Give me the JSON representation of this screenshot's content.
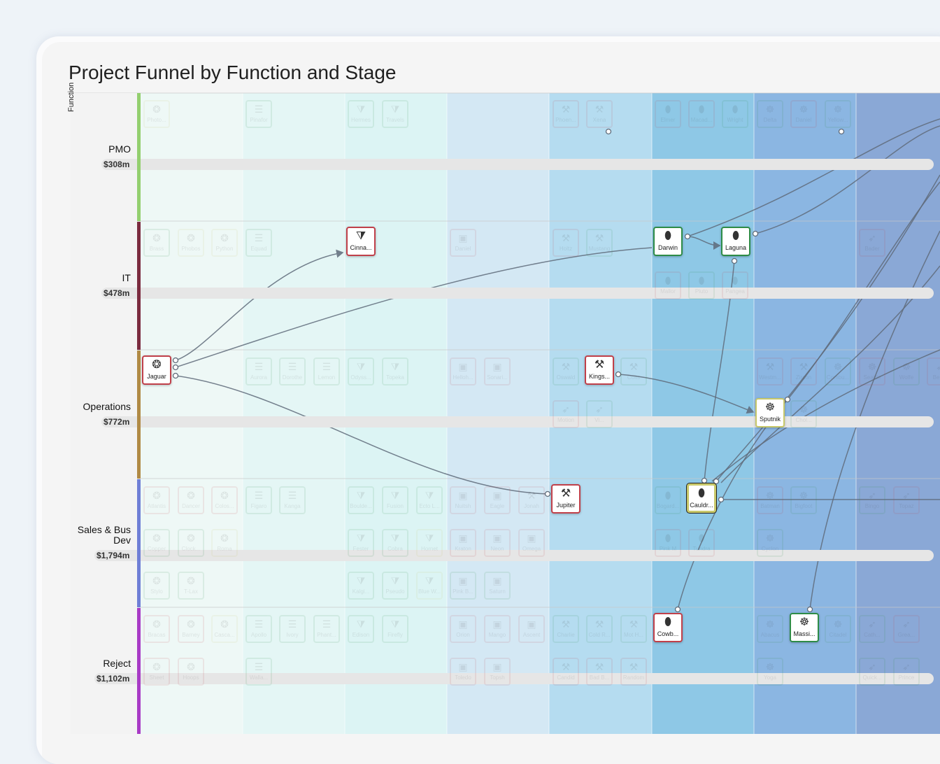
{
  "title": "Project Funnel by Function and Stage",
  "axis_title": "Function",
  "lanes": [
    {
      "label": "PMO",
      "value": "$308m",
      "color": "#93cf6f"
    },
    {
      "label": "IT",
      "value": "$478m",
      "color": "#7b2b3f"
    },
    {
      "label": "Operations",
      "value": "$772m",
      "color": "#b08a45"
    },
    {
      "label": "Sales & Bus Dev",
      "value": "$1,794m",
      "color": "#6f7fd6"
    },
    {
      "label": "Reject",
      "value": "$1,102m",
      "color": "#a83bc6"
    }
  ],
  "stage_colors": [
    "#f7f7f7",
    "#eef8f6",
    "#e4f6f5",
    "#dcf4f4",
    "#d4e8f4",
    "#b5dcf0",
    "#8ec8e6",
    "#8bb6e2",
    "#8aa8d6",
    "#899fc8"
  ],
  "icons": {
    "bulb": "bulb-icon",
    "funnel": "funnel-icon",
    "hammer": "hammer-icon",
    "tube": "test-tube-icon",
    "bug": "bug-icon",
    "list": "checklist-icon",
    "pc": "computer-icon",
    "rocket": "rocket-icon"
  },
  "status_colors": {
    "red": "#c0404a",
    "green": "#2e8c47",
    "yellow": "#c8c86a"
  },
  "nodes": [
    {
      "id": "jaguar",
      "label": "Jaguar",
      "icon": "bulb",
      "status": "red"
    },
    {
      "id": "cinna",
      "label": "Cinna...",
      "icon": "funnel",
      "status": "red"
    },
    {
      "id": "darwin",
      "label": "Darwin",
      "icon": "tube",
      "status": "green"
    },
    {
      "id": "laguna",
      "label": "Laguna",
      "icon": "tube",
      "status": "green"
    },
    {
      "id": "kings",
      "label": "Kings...",
      "icon": "hammer",
      "status": "red"
    },
    {
      "id": "sputnik",
      "label": "Sputnik",
      "icon": "bug",
      "status": "yellow"
    },
    {
      "id": "jupiter",
      "label": "Jupiter",
      "icon": "hammer",
      "status": "red"
    },
    {
      "id": "cauldr",
      "label": "Cauldr...",
      "icon": "tube",
      "status": "yellow"
    },
    {
      "id": "cowb",
      "label": "Cowb...",
      "icon": "tube",
      "status": "red"
    },
    {
      "id": "massi",
      "label": "Massi...",
      "icon": "bug",
      "status": "green"
    }
  ],
  "ghosts": [
    [
      "Photo...",
      "bulb",
      "yellow"
    ],
    [
      "Pinafor",
      "list",
      "green"
    ],
    [
      "Hermes",
      "funnel",
      "green"
    ],
    [
      "Travels",
      "funnel",
      "green"
    ],
    [
      "Phoen...",
      "hammer",
      "red"
    ],
    [
      "Xena",
      "hammer",
      "red"
    ],
    [
      "Elmer",
      "tube",
      "red"
    ],
    [
      "Macad...",
      "tube",
      "red"
    ],
    [
      "Wright",
      "tube",
      "green"
    ],
    [
      "Delta",
      "bug",
      "green"
    ],
    [
      "Daniel",
      "bug",
      "red"
    ],
    [
      "Yellow...",
      "bug",
      "green"
    ],
    [
      "Brass",
      "bulb",
      "green"
    ],
    [
      "Phobos",
      "bulb",
      "yellow"
    ],
    [
      "Python",
      "bulb",
      "yellow"
    ],
    [
      "Equad",
      "list",
      "green"
    ],
    [
      "Daniel",
      "pc",
      "red"
    ],
    [
      "Holtz",
      "hammer",
      "red"
    ],
    [
      "Mustang",
      "hammer",
      "green"
    ],
    [
      "Lima",
      "tube",
      "green"
    ],
    [
      "Mallor",
      "tube",
      "red"
    ],
    [
      "Pluto",
      "tube",
      "green"
    ],
    [
      "Pangea",
      "tube",
      "red"
    ],
    [
      "Bader",
      "rocket",
      "red"
    ],
    [
      "Aurora",
      "list",
      "green"
    ],
    [
      "Dorothe",
      "list",
      "green"
    ],
    [
      "Lemon",
      "list",
      "green"
    ],
    [
      "Odyss...",
      "funnel",
      "green"
    ],
    [
      "Topeka",
      "funnel",
      "green"
    ],
    [
      "Helloh...",
      "pc",
      "red"
    ],
    [
      "Sonari...",
      "pc",
      "red"
    ],
    [
      "Oswald",
      "hammer",
      "green"
    ],
    [
      "Colts",
      "hammer",
      "green"
    ],
    [
      "Westm...",
      "hammer",
      "red"
    ],
    [
      "Zircon",
      "hammer",
      "red"
    ],
    [
      "Combu...",
      "bug",
      "green"
    ],
    [
      "Chol...",
      "bug",
      "green"
    ],
    [
      "Seattle",
      "bug",
      "red"
    ],
    [
      "Wolfe",
      "bug",
      "green"
    ],
    [
      "Berlin",
      "rocket",
      "red"
    ],
    [
      "Motion",
      "rocket",
      "red"
    ],
    [
      "Vi...",
      "rocket",
      "green"
    ],
    [
      "Atlantis",
      "bulb",
      "red"
    ],
    [
      "Dancer",
      "bulb",
      "red"
    ],
    [
      "Colos...",
      "bulb",
      "red"
    ],
    [
      "Figaro",
      "list",
      "green"
    ],
    [
      "Kanga",
      "list",
      "green"
    ],
    [
      "Boulde...",
      "funnel",
      "green"
    ],
    [
      "Fusion",
      "funnel",
      "green"
    ],
    [
      "Ecto L...",
      "funnel",
      "green"
    ],
    [
      "Nuitsh",
      "pc",
      "red"
    ],
    [
      "Eagle",
      "pc",
      "red"
    ],
    [
      "Jonah",
      "hammer",
      "red"
    ],
    [
      "Bogard...",
      "tube",
      "green"
    ],
    [
      "Batman",
      "bug",
      "red"
    ],
    [
      "Bigfoot",
      "bug",
      "green"
    ],
    [
      "Bingo",
      "rocket",
      "green"
    ],
    [
      "Topaz",
      "rocket",
      "red"
    ],
    [
      "Copper",
      "bulb",
      "green"
    ],
    [
      "Clock...",
      "bulb",
      "green"
    ],
    [
      "Roma",
      "bulb",
      "yellow"
    ],
    [
      "Fester",
      "funnel",
      "green"
    ],
    [
      "Cobra",
      "funnel",
      "green"
    ],
    [
      "Hornet",
      "funnel",
      "yellow"
    ],
    [
      "Kraton",
      "pc",
      "red"
    ],
    [
      "Neon",
      "pc",
      "red"
    ],
    [
      "Omega",
      "pc",
      "red"
    ],
    [
      "Pink M",
      "tube",
      "red"
    ],
    [
      "Tundra",
      "tube",
      "red"
    ],
    [
      "Cyclon",
      "bug",
      "green"
    ],
    [
      "Stylo",
      "bulb",
      "green"
    ],
    [
      "T-Lax",
      "bulb",
      "green"
    ],
    [
      "Kalgi...",
      "funnel",
      "green"
    ],
    [
      "Pseudo",
      "funnel",
      "green"
    ],
    [
      "Blue W...",
      "funnel",
      "yellow"
    ],
    [
      "Pink B...",
      "pc",
      "green"
    ],
    [
      "Saturn",
      "pc",
      "green"
    ],
    [
      "Bracas",
      "bulb",
      "red"
    ],
    [
      "Barney",
      "bulb",
      "red"
    ],
    [
      "Casca...",
      "bulb",
      "yellow"
    ],
    [
      "Apollo",
      "list",
      "green"
    ],
    [
      "Ivory",
      "list",
      "green"
    ],
    [
      "Phant...",
      "list",
      "green"
    ],
    [
      "Edison",
      "funnel",
      "green"
    ],
    [
      "Firefly",
      "funnel",
      "green"
    ],
    [
      "Orion",
      "pc",
      "red"
    ],
    [
      "Mango",
      "pc",
      "red"
    ],
    [
      "Ascent",
      "pc",
      "red"
    ],
    [
      "Charlie",
      "hammer",
      "green"
    ],
    [
      "Cold R...",
      "hammer",
      "green"
    ],
    [
      "Mot H...",
      "hammer",
      "green"
    ],
    [
      "Abacus",
      "bug",
      "green"
    ],
    [
      "Citadel",
      "bug",
      "green"
    ],
    [
      "Cath...",
      "rocket",
      "green"
    ],
    [
      "Grea...",
      "rocket",
      "red"
    ],
    [
      "Sheet",
      "bulb",
      "red"
    ],
    [
      "Hoops",
      "bulb",
      "red"
    ],
    [
      "Walla...",
      "list",
      "green"
    ],
    [
      "Toledo",
      "pc",
      "red"
    ],
    [
      "Topsh",
      "pc",
      "red"
    ],
    [
      "Candid",
      "hammer",
      "red"
    ],
    [
      "Bad B...",
      "hammer",
      "red"
    ],
    [
      "Random",
      "hammer",
      "red"
    ],
    [
      "Yoga",
      "bug",
      "green"
    ],
    [
      "Quick...",
      "rocket",
      "green"
    ],
    [
      "Prince",
      "rocket",
      "green"
    ]
  ]
}
